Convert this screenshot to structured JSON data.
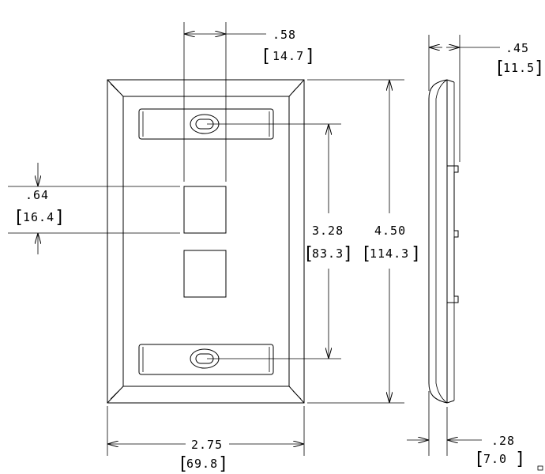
{
  "dimensions": {
    "module_width": {
      "inch": ".58",
      "mm": "14.7"
    },
    "module_height": {
      "inch": ".64",
      "mm": "16.4"
    },
    "screw_spacing": {
      "inch": "3.28",
      "mm": "83.3"
    },
    "plate_height": {
      "inch": "4.50",
      "mm": "114.3"
    },
    "plate_width": {
      "inch": "2.75",
      "mm": "69.8"
    },
    "depth_top": {
      "inch": ".45",
      "mm": "11.5"
    },
    "depth_bottom": {
      "inch": ".28",
      "mm": "7.0"
    }
  }
}
